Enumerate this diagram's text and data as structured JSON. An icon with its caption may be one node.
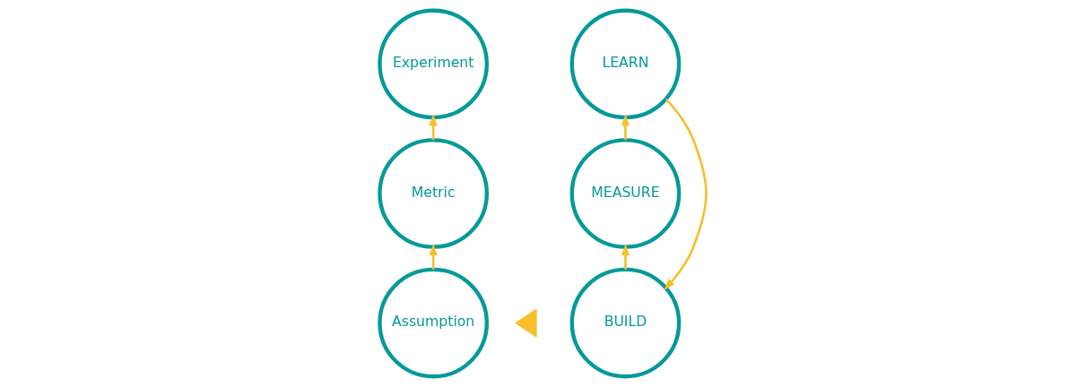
{
  "diagram": {
    "nodes": [
      {
        "text": [
          "Experiment"
        ]
      },
      {
        "text": [
          "Assumption"
        ]
      },
      {
        "text": [
          "Metric"
        ]
      },
      {
        "text": [],
        "shape": "triangle"
      },
      {
        "text": [
          "BUILD"
        ]
      },
      {
        "text": [
          "LEARN"
        ]
      },
      {
        "text": [
          "MEASURE"
        ]
      }
    ],
    "edges": [
      {
        "from": 1,
        "to": 2,
        "arrow": "to"
      },
      {
        "from": 2,
        "to": 0,
        "arrow": "to"
      },
      {
        "from": 4,
        "to": 6,
        "arrow": "to"
      },
      {
        "from": 6,
        "to": 5,
        "arrow": "to"
      },
      {
        "from": 5,
        "to": 4,
        "arrow": "to"
      }
    ]
  }
}
